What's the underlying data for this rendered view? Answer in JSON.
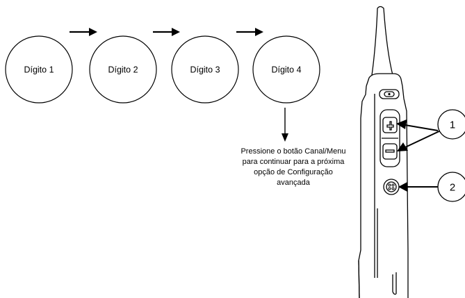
{
  "digits": [
    {
      "label": "Dígito 1"
    },
    {
      "label": "Dígito 2"
    },
    {
      "label": "Dígito 3"
    },
    {
      "label": "Dígito 4"
    }
  ],
  "instruction": {
    "lines": [
      "Pressione o botão Canal/Menu",
      "para continuar para a próxima",
      "opção de Configuração",
      "avançada"
    ]
  },
  "callouts": {
    "volume_buttons": "1",
    "menu_button": "2"
  }
}
